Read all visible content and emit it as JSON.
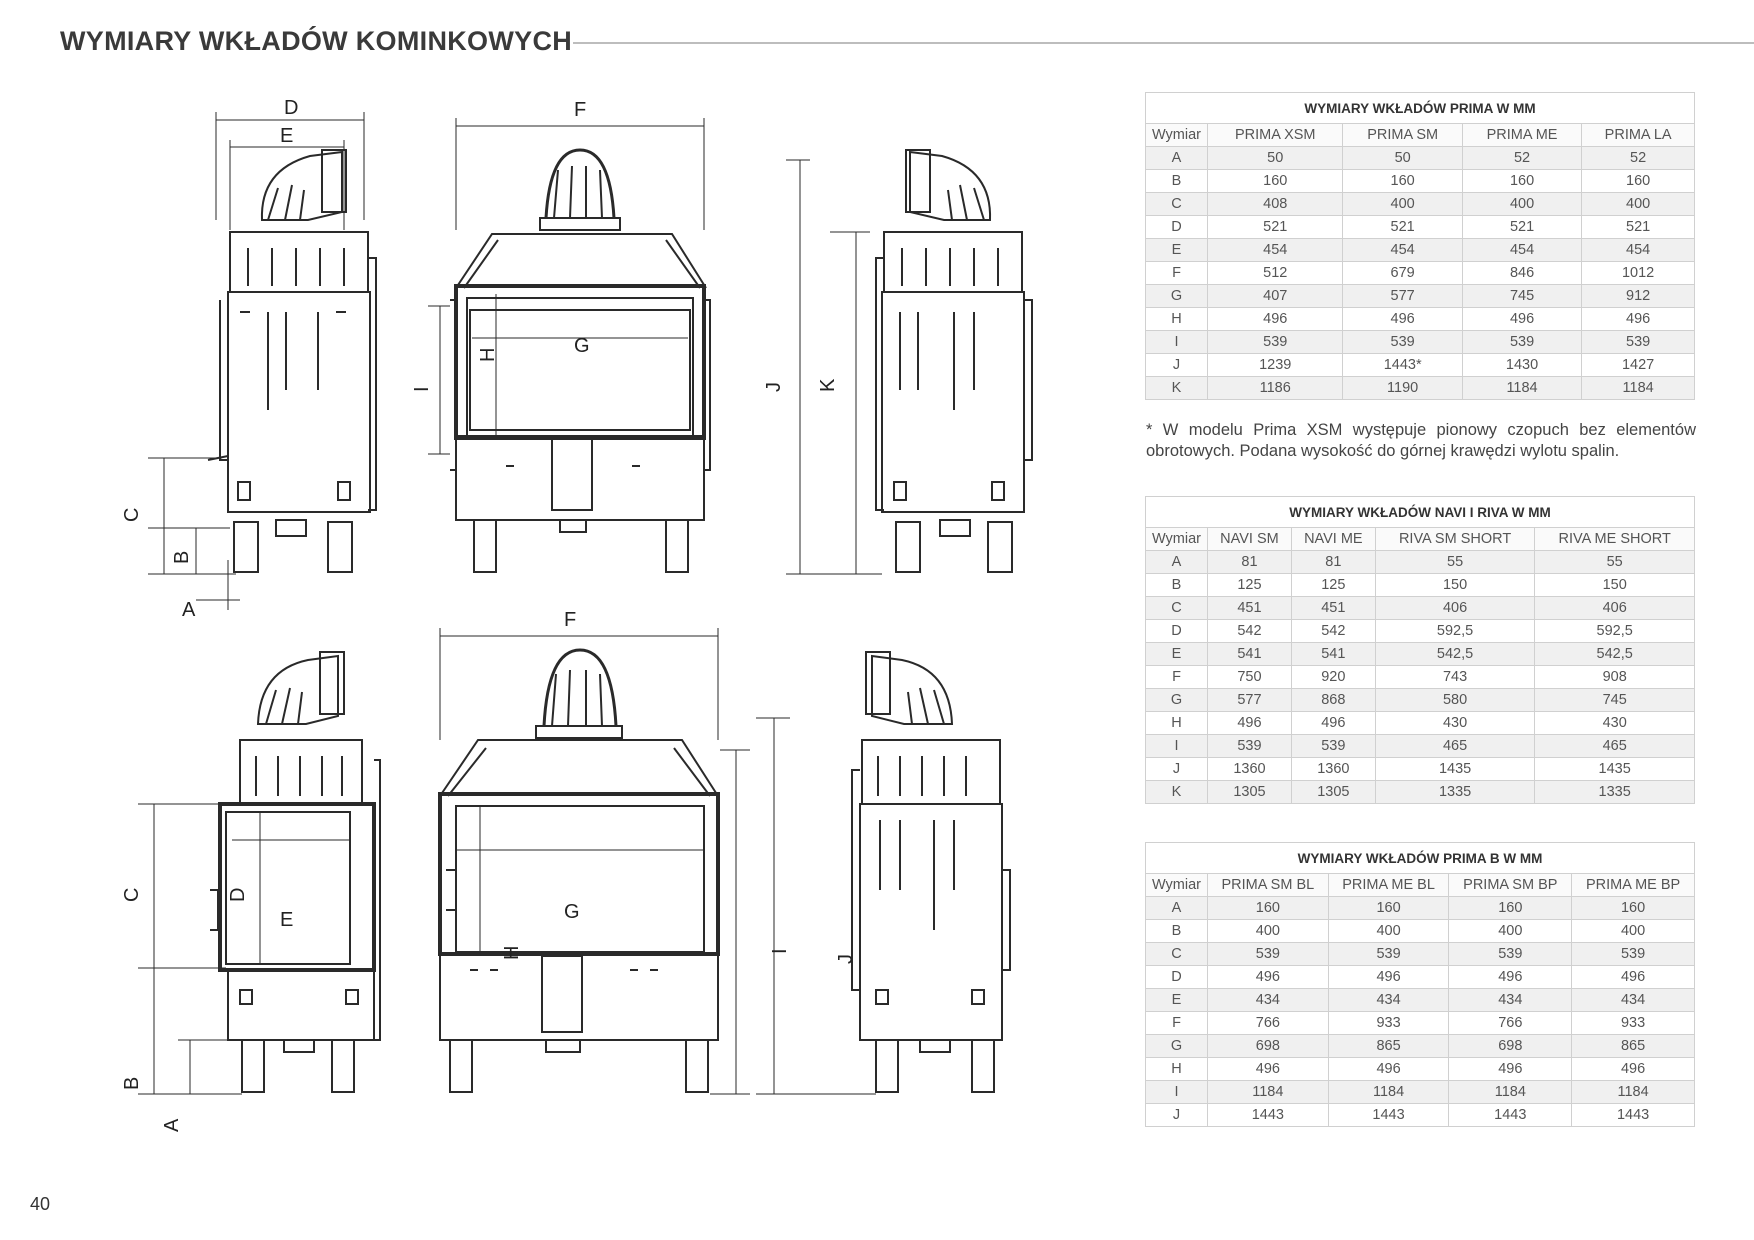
{
  "page": {
    "title": "WYMIARY WKŁADÓW KOMINKOWYCH",
    "number": "40"
  },
  "drawing_labels": {
    "top_side": {
      "d": "D",
      "e": "E",
      "c": "C",
      "b": "B",
      "a": "A"
    },
    "top_front": {
      "f": "F",
      "g": "G",
      "h": "H",
      "i": "I"
    },
    "top_right": {
      "j": "J",
      "k": "K"
    },
    "bottom_side": {
      "c": "C",
      "d": "D",
      "e": "E",
      "b": "B",
      "a": "A"
    },
    "bottom_front": {
      "f": "F",
      "g": "G",
      "h": "H",
      "i": "I"
    },
    "bottom_right": {
      "j": "J"
    }
  },
  "tables": [
    {
      "title": "WYMIARY WKŁADÓW PRIMA W MM",
      "headers": [
        "Wymiar",
        "PRIMA XSM",
        "PRIMA SM",
        "PRIMA ME",
        "PRIMA LA"
      ],
      "rows": [
        [
          "A",
          "50",
          "50",
          "52",
          "52"
        ],
        [
          "B",
          "160",
          "160",
          "160",
          "160"
        ],
        [
          "C",
          "408",
          "400",
          "400",
          "400"
        ],
        [
          "D",
          "521",
          "521",
          "521",
          "521"
        ],
        [
          "E",
          "454",
          "454",
          "454",
          "454"
        ],
        [
          "F",
          "512",
          "679",
          "846",
          "1012"
        ],
        [
          "G",
          "407",
          "577",
          "745",
          "912"
        ],
        [
          "H",
          "496",
          "496",
          "496",
          "496"
        ],
        [
          "I",
          "539",
          "539",
          "539",
          "539"
        ],
        [
          "J",
          "1239",
          "1443*",
          "1430",
          "1427"
        ],
        [
          "K",
          "1186",
          "1190",
          "1184",
          "1184"
        ]
      ]
    },
    {
      "title": "WYMIARY WKŁADÓW NAVI I RIVA W MM",
      "headers": [
        "Wymiar",
        "NAVI SM",
        "NAVI ME",
        "RIVA SM SHORT",
        "RIVA ME SHORT"
      ],
      "rows": [
        [
          "A",
          "81",
          "81",
          "55",
          "55"
        ],
        [
          "B",
          "125",
          "125",
          "150",
          "150"
        ],
        [
          "C",
          "451",
          "451",
          "406",
          "406"
        ],
        [
          "D",
          "542",
          "542",
          "592,5",
          "592,5"
        ],
        [
          "E",
          "541",
          "541",
          "542,5",
          "542,5"
        ],
        [
          "F",
          "750",
          "920",
          "743",
          "908"
        ],
        [
          "G",
          "577",
          "868",
          "580",
          "745"
        ],
        [
          "H",
          "496",
          "496",
          "430",
          "430"
        ],
        [
          "I",
          "539",
          "539",
          "465",
          "465"
        ],
        [
          "J",
          "1360",
          "1360",
          "1435",
          "1435"
        ],
        [
          "K",
          "1305",
          "1305",
          "1335",
          "1335"
        ]
      ]
    },
    {
      "title": "WYMIARY WKŁADÓW PRIMA B W MM",
      "headers": [
        "Wymiar",
        "PRIMA SM BL",
        "PRIMA ME BL",
        "PRIMA SM BP",
        "PRIMA ME BP"
      ],
      "rows": [
        [
          "A",
          "160",
          "160",
          "160",
          "160"
        ],
        [
          "B",
          "400",
          "400",
          "400",
          "400"
        ],
        [
          "C",
          "539",
          "539",
          "539",
          "539"
        ],
        [
          "D",
          "496",
          "496",
          "496",
          "496"
        ],
        [
          "E",
          "434",
          "434",
          "434",
          "434"
        ],
        [
          "F",
          "766",
          "933",
          "766",
          "933"
        ],
        [
          "G",
          "698",
          "865",
          "698",
          "865"
        ],
        [
          "H",
          "496",
          "496",
          "496",
          "496"
        ],
        [
          "I",
          "1184",
          "1184",
          "1184",
          "1184"
        ],
        [
          "J",
          "1443",
          "1443",
          "1443",
          "1443"
        ]
      ]
    }
  ],
  "footnote": "* W modelu Prima XSM występuje pionowy czopuch bez elementów obrotowych. Podana wysokość do górnej krawędzi wylotu spalin."
}
